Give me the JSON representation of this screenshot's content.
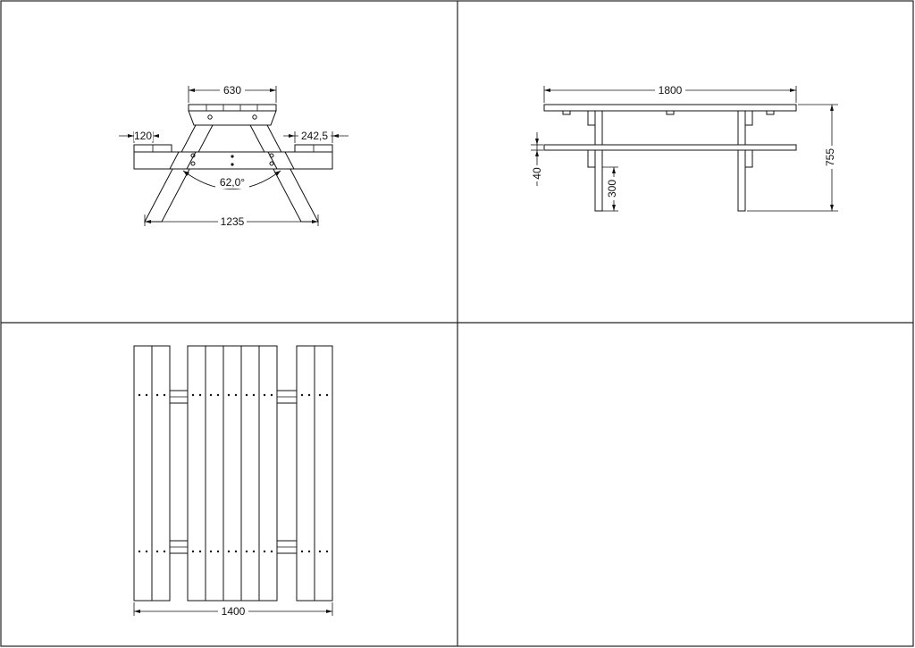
{
  "views": {
    "end_view": {
      "dim_top_width": "630",
      "dim_seat_overhang": "120",
      "dim_seat_width": "242,5",
      "dim_leg_angle": "62,0°",
      "dim_base_width": "1235"
    },
    "side_view": {
      "dim_length": "1800",
      "dim_seat_thickness": "40",
      "dim_height": "755",
      "dim_seat_height": "300"
    },
    "plan_view": {
      "dim_width": "1400"
    }
  }
}
